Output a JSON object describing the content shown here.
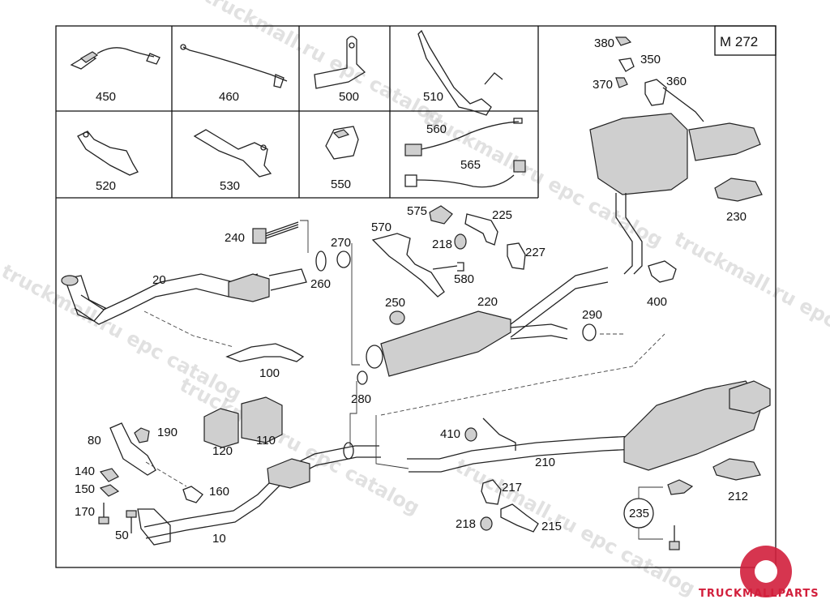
{
  "diagram": {
    "model_code": "M 272",
    "watermark": "truckmall.ru epc catalog",
    "logo_text": "TRUCKMALLPARTS",
    "accent_color": "#d21f3c",
    "grid_labels": [
      "450",
      "460",
      "500",
      "510",
      "520",
      "530",
      "550",
      "560",
      "565"
    ],
    "labels": {
      "p10": "10",
      "p20": "20",
      "p50": "50",
      "p80": "80",
      "p100": "100",
      "p110": "110",
      "p120": "120",
      "p140": "140",
      "p150": "150",
      "p160": "160",
      "p170": "170",
      "p190": "190",
      "p210": "210",
      "p212": "212",
      "p215": "215",
      "p217": "217",
      "p218a": "218",
      "p218b": "218",
      "p220": "220",
      "p225": "225",
      "p227": "227",
      "p230": "230",
      "p235": "235",
      "p240": "240",
      "p250": "250",
      "p260": "260",
      "p270": "270",
      "p280": "280",
      "p290": "290",
      "p350": "350",
      "p360": "360",
      "p370": "370",
      "p380": "380",
      "p400": "400",
      "p410": "410",
      "p570": "570",
      "p575": "575",
      "p580": "580"
    }
  }
}
